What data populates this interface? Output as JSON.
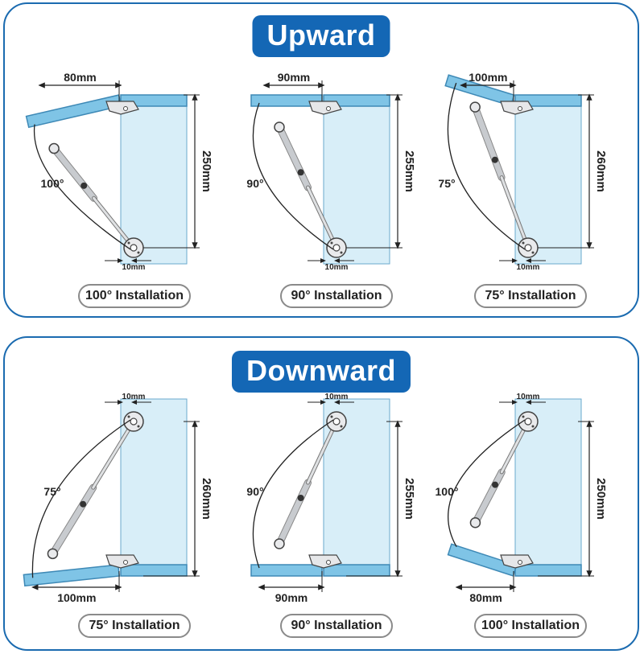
{
  "upward": {
    "title": "Upward",
    "diagrams": [
      {
        "angle": "100°",
        "width": "80mm",
        "height": "250mm",
        "offset": "10mm",
        "caption": "100° Installation"
      },
      {
        "angle": "90°",
        "width": "90mm",
        "height": "255mm",
        "offset": "10mm",
        "caption": "90° Installation"
      },
      {
        "angle": "75°",
        "width": "100mm",
        "height": "260mm",
        "offset": "10mm",
        "caption": "75° Installation"
      }
    ]
  },
  "downward": {
    "title": "Downward",
    "diagrams": [
      {
        "angle": "75°",
        "width": "100mm",
        "height": "260mm",
        "offset": "10mm",
        "caption": "75° Installation"
      },
      {
        "angle": "90°",
        "width": "90mm",
        "height": "255mm",
        "offset": "10mm",
        "caption": "90° Installation"
      },
      {
        "angle": "100°",
        "width": "80mm",
        "height": "250mm",
        "offset": "10mm",
        "caption": "100° Installation"
      }
    ]
  },
  "colors": {
    "frame": "#1b6bb0",
    "badge": "#1467b5",
    "glass": "#d8eef8",
    "board": "#7fc4e6",
    "strut": "#c8cbcf"
  }
}
